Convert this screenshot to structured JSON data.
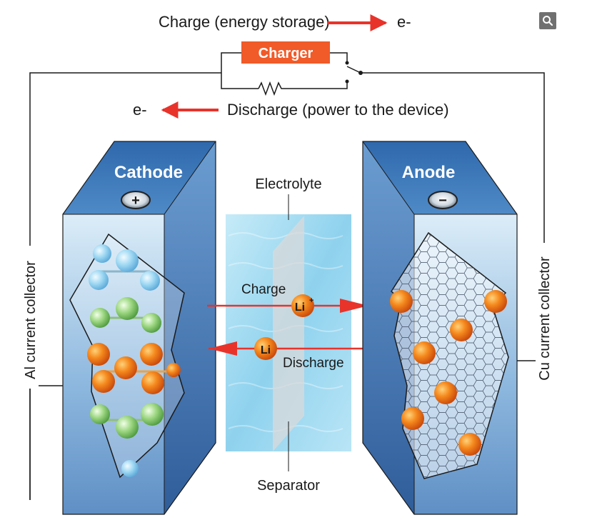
{
  "top": {
    "charge_label": "Charge (energy storage)",
    "charge_electron": "e-",
    "discharge_electron": "e-",
    "discharge_label": "Discharge (power to the device)",
    "charger_label": "Charger"
  },
  "cathode": {
    "title": "Cathode",
    "terminal_symbol": "+"
  },
  "anode": {
    "title": "Anode",
    "terminal_symbol": "−"
  },
  "middle": {
    "electrolyte_label": "Electrolyte",
    "separator_label": "Separator",
    "charge_label": "Charge",
    "discharge_label": "Discharge",
    "ion_charge": "Li",
    "ion_charge_sup": "+",
    "ion_discharge": "Li"
  },
  "collectors": {
    "left": "Al current collector",
    "right": "Cu current collector"
  },
  "colors": {
    "charger_fill": "#f15a29",
    "arrow_red": "#e8332b",
    "electrolyte": "#a9dcf0",
    "ion_orange": "#f07a12",
    "cathode_blue_ball": "#8fd0ee",
    "cathode_green_ball": "#8fce7a"
  }
}
